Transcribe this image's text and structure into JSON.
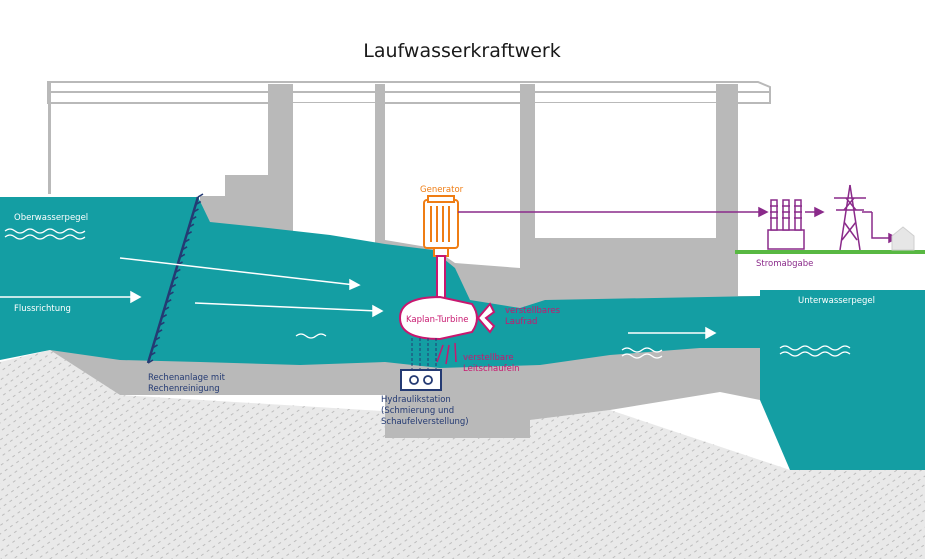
{
  "title": "Laufwasserkraftwerk",
  "labels": {
    "oberwasserpegel": "Oberwasserpegel",
    "flussrichtung": "Flussrichtung",
    "rechenanlage_line1": "Rechenanlage mit",
    "rechenanlage_line2": "Rechenreinigung",
    "generator": "Generator",
    "kaplan_turbine": "Kaplan-Turbine",
    "laufrad_line1": "verstellbares",
    "laufrad_line2": "Laufrad",
    "leitschaufeln_line1": "verstellbare",
    "leitschaufeln_line2": "Leitschaufeln",
    "hydraulik_line1": "Hydraulikstation",
    "hydraulik_line2": "(Schmierung und",
    "hydraulik_line3": "Schaufelverstellung)",
    "stromabgabe": "Stromabgabe",
    "unterwasserpegel": "Unterwasserpegel"
  },
  "colors": {
    "water": "#149ea3",
    "concrete": "#b9b9b9",
    "ground": "#e6e6e6",
    "grass": "#58b842",
    "generator": "#ef7d14",
    "turbine": "#c8176f",
    "hydraulic": "#243a73",
    "power": "#8a2a8a"
  }
}
